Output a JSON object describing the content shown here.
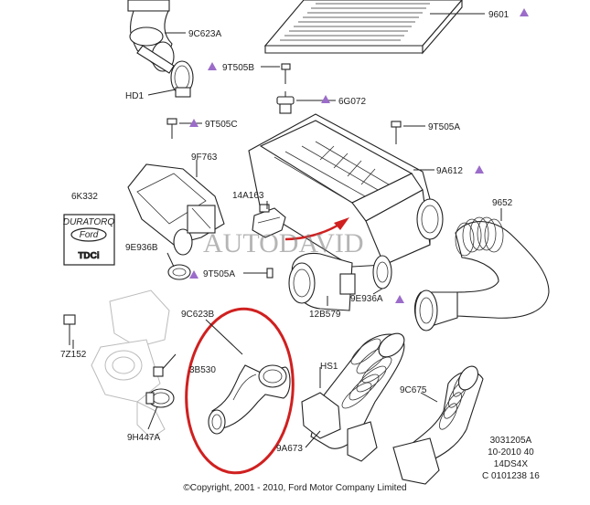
{
  "part_labels": {
    "p9601": "9601",
    "p9C623A": "9C623A",
    "p9T505B": "9T505B",
    "p6G072": "6G072",
    "pHD1": "HD1",
    "p9T505C": "9T505C",
    "p9T505A_top": "9T505A",
    "p9F763": "9F763",
    "p9A612": "9A612",
    "p6K332": "6K332",
    "p14A163": "14A163",
    "p9652": "9652",
    "p9E936B": "9E936B",
    "p9T505A_mid": "9T505A",
    "p9E936A": "9E936A",
    "p9C623B": "9C623B",
    "p12B579": "12B579",
    "p7Z152": "7Z152",
    "p3B530": "3B530",
    "pHS1": "HS1",
    "p9C675": "9C675",
    "p9H447A": "9H447A",
    "p9A673": "9A673"
  },
  "logo": {
    "duratorq": "DURATORQ",
    "ford": "Ford",
    "tdci": "TDCi"
  },
  "info_block": {
    "line1": "3031205A",
    "line2": "10-2010 40",
    "line3": "14DS4X",
    "line4": "C 0101238 16"
  },
  "copyright": "©Copyright, 2001 - 2010, Ford Motor Company Limited",
  "watermark": "AUTODAVID",
  "colors": {
    "highlight_ellipse": "#d02020",
    "arrow": "#d02020",
    "triangle_marker": "#9b6cc9",
    "line": "#222222"
  }
}
